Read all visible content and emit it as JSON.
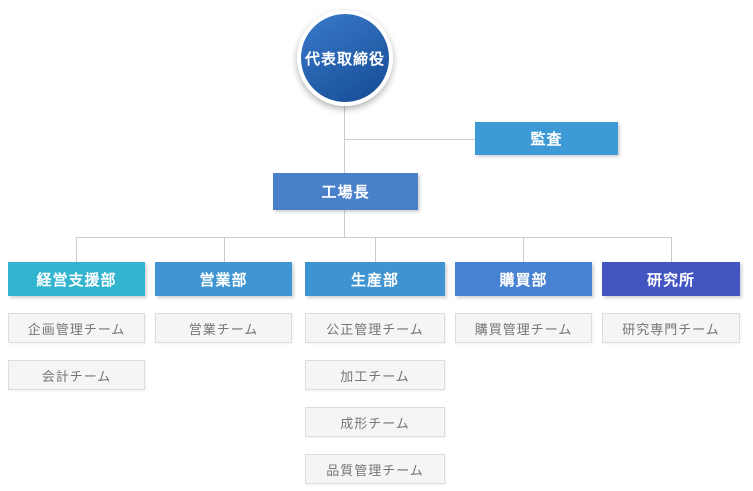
{
  "org_chart": {
    "root": {
      "label": "代表取締役",
      "color_top": "#3a7bcb",
      "color_bottom": "#144a93"
    },
    "audit": {
      "label": "監査",
      "color": "#3e9ad4"
    },
    "factory_manager": {
      "label": "工場長",
      "color": "#4a80ca"
    },
    "departments": [
      {
        "label": "経営支援部",
        "color": "#33b4cf",
        "teams": [
          "企画管理チーム",
          "会計チーム"
        ]
      },
      {
        "label": "営業部",
        "color": "#3f96d2",
        "teams": [
          "営業チーム"
        ]
      },
      {
        "label": "生産部",
        "color": "#3e93d1",
        "teams": [
          "公正管理チーム",
          "加工チーム",
          "成形チーム",
          "品質管理チーム"
        ]
      },
      {
        "label": "購買部",
        "color": "#4781d2",
        "teams": [
          "購買管理チーム"
        ]
      },
      {
        "label": "研究所",
        "color": "#4355c1",
        "teams": [
          "研究専門チーム"
        ]
      }
    ],
    "style": {
      "connector_color": "#cccccc",
      "team_background": "#f5f5f5",
      "team_border": "#dddddd",
      "team_text": "#757575",
      "node_text": "#ffffff"
    }
  }
}
